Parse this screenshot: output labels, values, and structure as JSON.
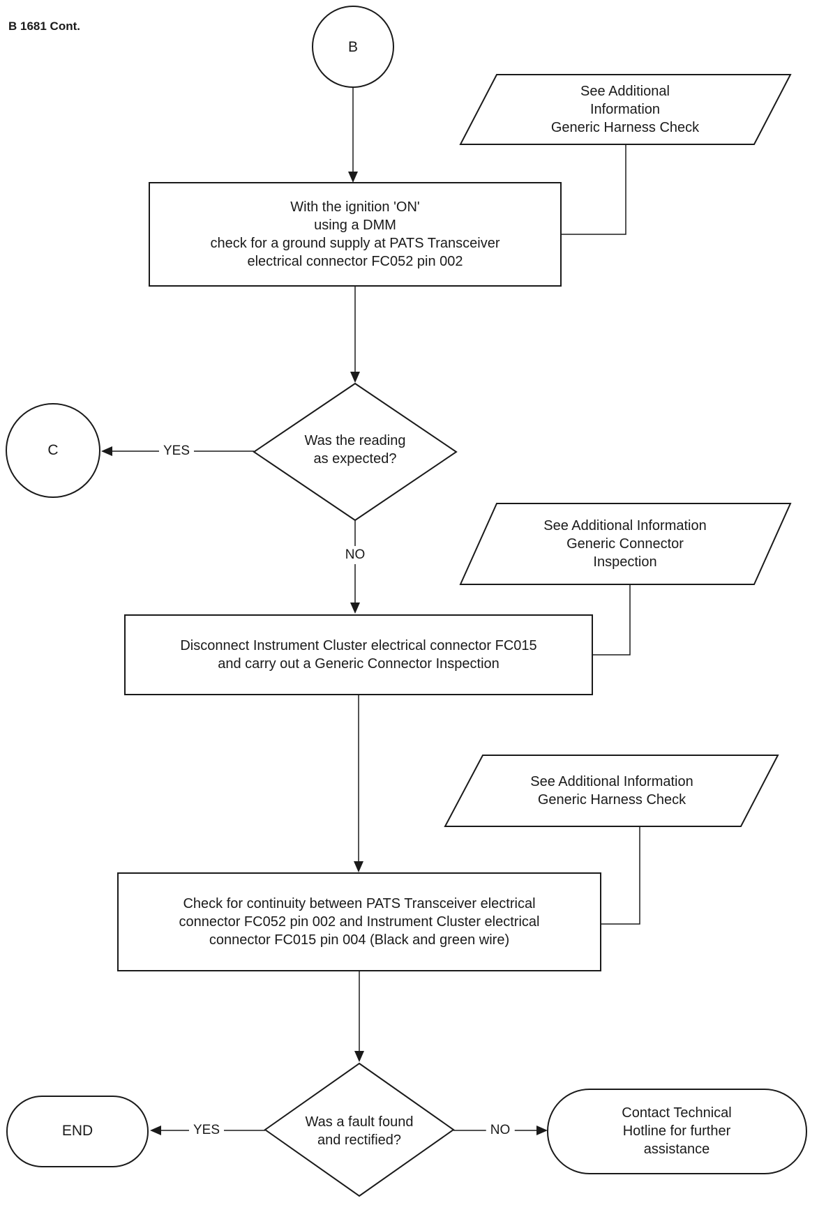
{
  "page": {
    "title": "B 1681 Cont."
  },
  "colors": {
    "stroke": "#1a1a1a",
    "background": "#ffffff",
    "text": "#1a1a1a"
  },
  "nodes": {
    "connector_b": {
      "label": "B"
    },
    "ref_harness_check_1": {
      "text": "See Additional\nInformation\nGeneric Harness Check"
    },
    "step_ground_supply": {
      "text": "With the ignition 'ON'\nusing a DMM\ncheck for a ground supply at PATS Transceiver\nelectrical connector FC052 pin 002"
    },
    "decision_reading": {
      "text": "Was the reading\nas expected?"
    },
    "connector_c": {
      "label": "C"
    },
    "ref_connector_inspection": {
      "text": "See Additional Information\nGeneric Connector\nInspection"
    },
    "step_disconnect_cluster": {
      "text": "Disconnect Instrument Cluster electrical connector FC015\nand carry out a Generic Connector Inspection"
    },
    "ref_harness_check_2": {
      "text": "See Additional Information\nGeneric Harness Check"
    },
    "step_continuity": {
      "text": "Check for continuity between PATS Transceiver electrical\nconnector FC052 pin 002 and Instrument Cluster electrical\nconnector FC015 pin 004 (Black and green wire)"
    },
    "decision_fault": {
      "text": "Was a fault found\nand rectified?"
    },
    "end": {
      "label": "END"
    },
    "contact_hotline": {
      "text": "Contact Technical\nHotline for further assistance"
    }
  },
  "edges": {
    "yes1": "YES",
    "no1": "NO",
    "yes2": "YES",
    "no2": "NO"
  }
}
